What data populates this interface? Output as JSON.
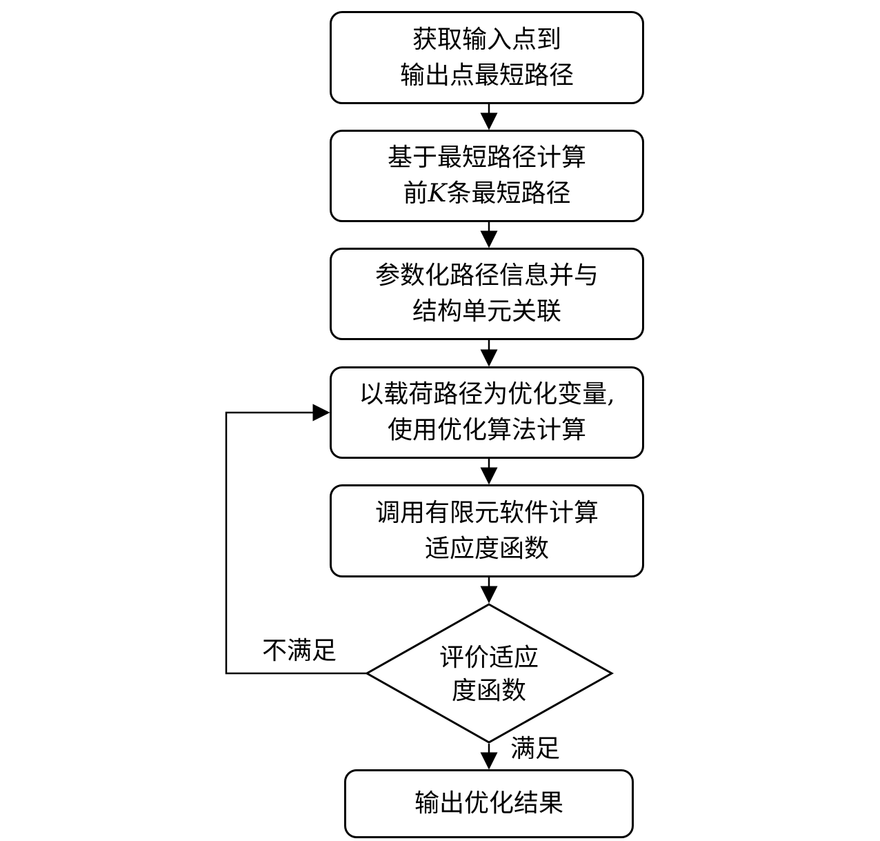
{
  "steps": [
    {
      "line1": "获取输入点到",
      "line2": "输出点最短路径"
    },
    {
      "line1": "基于最短路径计算",
      "line2_pre": "前",
      "line2_k": "K",
      "line2_post": "条最短路径"
    },
    {
      "line1": "参数化路径信息并与",
      "line2": "结构单元关联"
    },
    {
      "line1": "以载荷路径为优化变量,",
      "line2": "使用优化算法计算"
    },
    {
      "line1": "调用有限元软件计算",
      "line2": "适应度函数"
    }
  ],
  "decision": {
    "line1": "评价适应",
    "line2": "度函数"
  },
  "branches": {
    "no": "不满足",
    "yes": "满足"
  },
  "output": {
    "label": "输出优化结果"
  }
}
